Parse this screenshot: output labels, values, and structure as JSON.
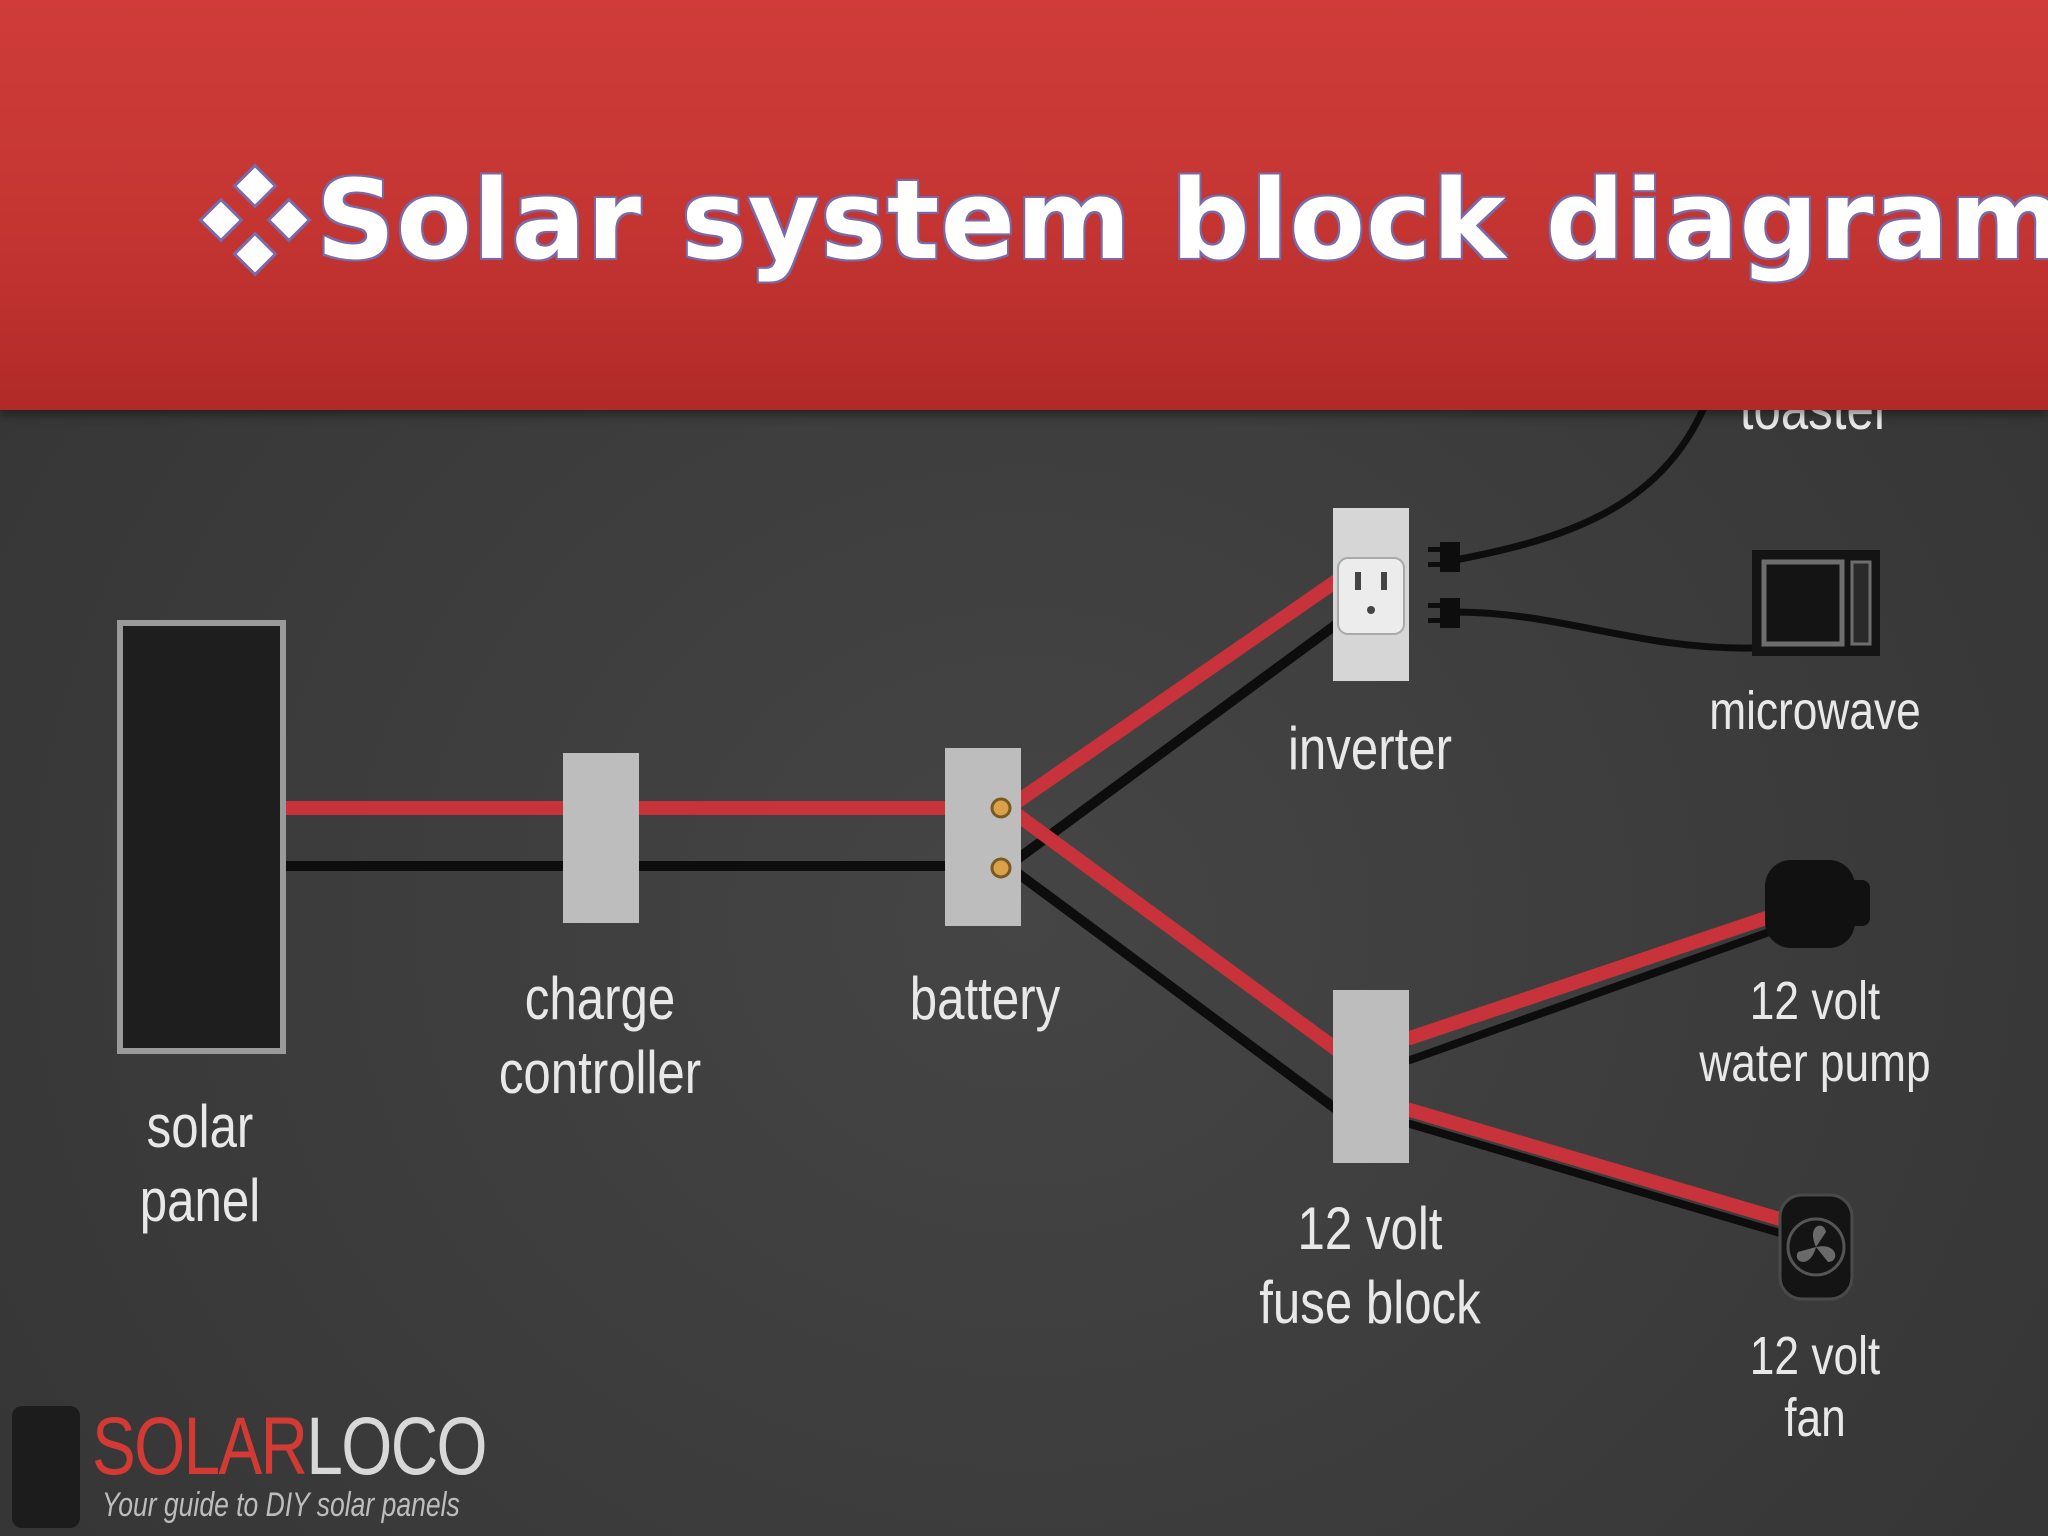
{
  "title": "Solar system block diagram",
  "title_bullet_icon": "diamond-cluster-icon",
  "components": {
    "solar_panel": [
      "solar",
      "panel"
    ],
    "charge_controller": [
      "charge",
      "controller"
    ],
    "battery": "battery",
    "inverter": "inverter",
    "fuse_block": [
      "12 volt",
      "fuse block"
    ],
    "toaster": "toaster",
    "microwave": "microwave",
    "water_pump": [
      "12 volt",
      "water pump"
    ],
    "fan": [
      "12 volt",
      "fan"
    ]
  },
  "logo": {
    "word_red": "SOLAR",
    "word_gray": "LOCO",
    "tagline": "Your guide to DIY solar panels"
  },
  "colors": {
    "banner": "#c43532",
    "positive_wire": "#c8323a",
    "negative_wire": "#0d0d0d",
    "box": "#bdbdbd",
    "board": "#3a3a3a"
  }
}
